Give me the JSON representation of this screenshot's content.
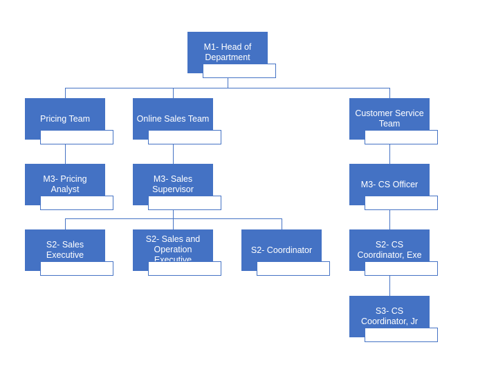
{
  "chart_title": "",
  "colors": {
    "node_fill": "#4472c4",
    "node_text": "#ffffff",
    "connector": "#4472c4",
    "sub_box_border": "#4472c4",
    "background": "#ffffff"
  },
  "nodes": [
    {
      "id": "m1-head",
      "label": "M1- Head of\nDepartment",
      "parent": null
    },
    {
      "id": "pricing-team",
      "label": "Pricing Team",
      "parent": "m1-head"
    },
    {
      "id": "online-sales-team",
      "label": "Online Sales Team",
      "parent": "m1-head"
    },
    {
      "id": "customer-service-team",
      "label": "Customer Service\nTeam",
      "parent": "m1-head"
    },
    {
      "id": "m3-pricing-analyst",
      "label": "M3- Pricing\nAnalyst",
      "parent": "pricing-team"
    },
    {
      "id": "m3-sales-supervisor",
      "label": "M3- Sales\nSupervisor",
      "parent": "online-sales-team"
    },
    {
      "id": "m3-cs-officer",
      "label": "M3- CS Officer",
      "parent": "customer-service-team"
    },
    {
      "id": "s2-sales-executive",
      "label": "S2- Sales Executive",
      "parent": "m3-sales-supervisor"
    },
    {
      "id": "s2-sales-operation-executive",
      "label": "S2- Sales and\nOperation\nExecutive",
      "parent": "m3-sales-supervisor"
    },
    {
      "id": "s2-coordinator",
      "label": "S2- Coordinator",
      "parent": "m3-sales-supervisor"
    },
    {
      "id": "s2-cs-coordinator-exe",
      "label": "S2- CS\nCoordinator, Exe",
      "parent": "m3-cs-officer"
    },
    {
      "id": "s3-cs-coordinator-jr",
      "label": "S3- CS\nCoordinator, Jr",
      "parent": "s2-cs-coordinator-exe"
    }
  ]
}
